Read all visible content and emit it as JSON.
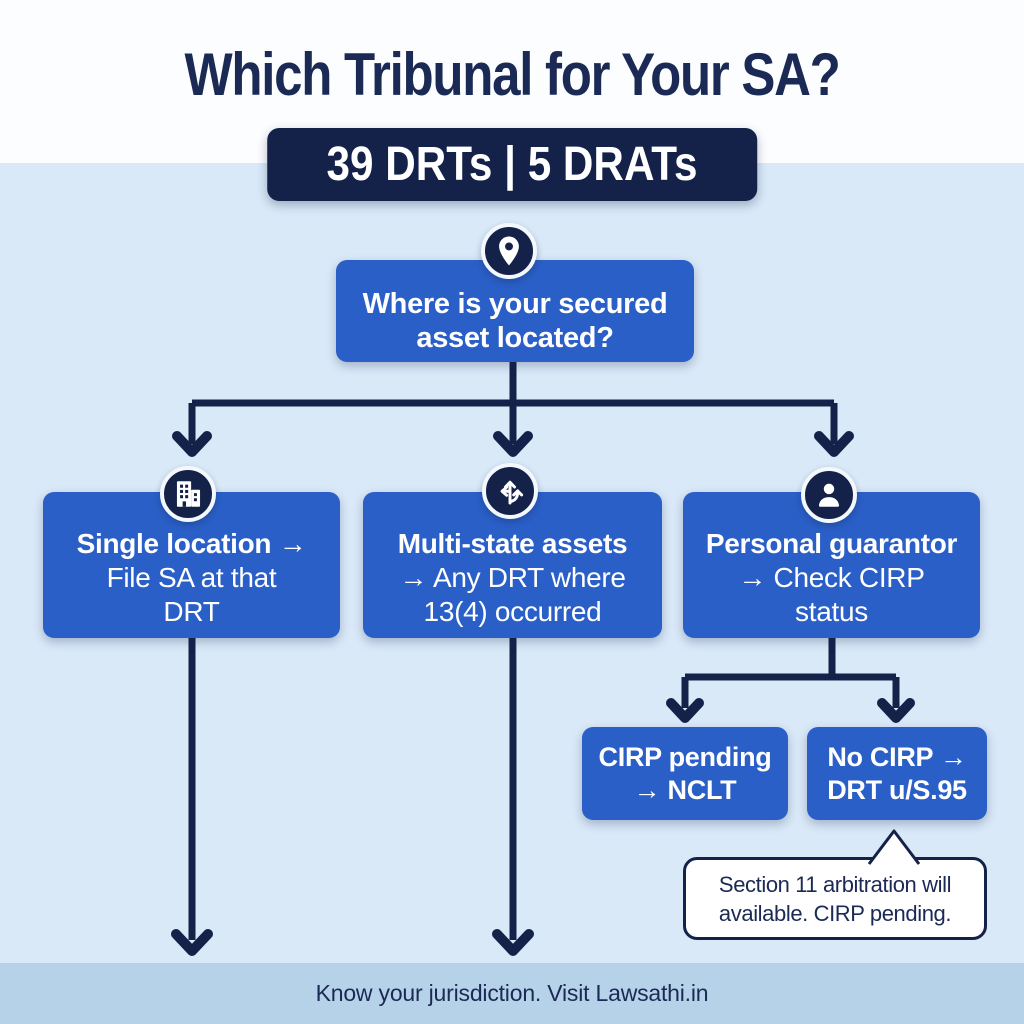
{
  "title": "Which Tribunal for Your SA?",
  "stats_badge": "39 DRTs | 5 DRATs",
  "root_node": {
    "icon": "location-pin-icon",
    "line1": "Where is your secured",
    "line2": "asset located?"
  },
  "branches": [
    {
      "icon": "building-icon",
      "line1": "Single location →",
      "line2": "File SA at that",
      "line3": "DRT"
    },
    {
      "icon": "directions-icon",
      "line1": "Multi-state assets",
      "line2": "→ Any DRT where",
      "line3": "13(4) occurred"
    },
    {
      "icon": "person-icon",
      "line1": "Personal guarantor",
      "line2": "→ Check CIRP",
      "line3": "status"
    }
  ],
  "outcomes": [
    {
      "line1": "CIRP pending",
      "line2": "→ NCLT"
    },
    {
      "line1": "No CIRP →",
      "line2": "DRT u/S.95"
    }
  ],
  "callout": {
    "line1": "Section 11 arbitration will",
    "line2": "available. CIRP pending."
  },
  "footer": "Know your jurisdiction. Visit Lawsathi.in",
  "colors": {
    "navy": "#14224a",
    "navy_text": "#1b2a55",
    "node_blue": "#2a5fc7",
    "background_top": "#fcfdff",
    "background": "#d9e9f8",
    "footer_bar": "#b6d2e8",
    "text_white": "#ffffff"
  }
}
